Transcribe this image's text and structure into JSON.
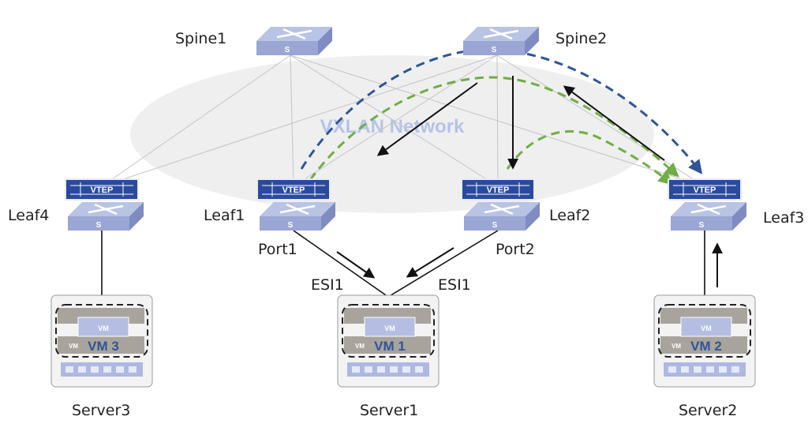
{
  "title": "VXLAN EVPN Multi-homing Topology",
  "network_label": "VXLAN Network",
  "colors": {
    "switch_top": "#b9c3e3",
    "switch_front": "#9aa6d3",
    "switch_side": "#7f8cc2",
    "vtep_fill": "#2a4a9e",
    "cloud": "#ededed",
    "network_text": "#b4c4e6",
    "link_gray": "#c8c8c8",
    "blue_dashed": "#2f5597",
    "green_dashed": "#70ad47",
    "arrow_black": "#111111",
    "vm_text": "#2f5597",
    "server_box": "#f3f3f3"
  },
  "spines": [
    {
      "id": "spine1",
      "label": "Spine1",
      "switch_mark": "S"
    },
    {
      "id": "spine2",
      "label": "Spine2",
      "switch_mark": "S"
    }
  ],
  "leaves": [
    {
      "id": "leaf4",
      "label": "Leaf4",
      "vtep_label": "VTEP",
      "switch_mark": "S"
    },
    {
      "id": "leaf1",
      "label": "Leaf1",
      "vtep_label": "VTEP",
      "switch_mark": "S"
    },
    {
      "id": "leaf2",
      "label": "Leaf2",
      "vtep_label": "VTEP",
      "switch_mark": "S"
    },
    {
      "id": "leaf3",
      "label": "Leaf3",
      "vtep_label": "VTEP",
      "switch_mark": "S"
    }
  ],
  "servers": [
    {
      "id": "server3",
      "label": "Server3",
      "vm_label": "VM 3",
      "vm_small": "VM"
    },
    {
      "id": "server1",
      "label": "Server1",
      "vm_label": "VM 1",
      "vm_small": "VM"
    },
    {
      "id": "server2",
      "label": "Server2",
      "vm_label": "VM 2",
      "vm_small": "VM"
    }
  ],
  "ports": [
    {
      "id": "port1",
      "label": "Port1"
    },
    {
      "id": "port2",
      "label": "Port2"
    }
  ],
  "esi": [
    {
      "id": "esi-left",
      "label": "ESI1"
    },
    {
      "id": "esi-right",
      "label": "ESI1"
    }
  ],
  "links": [
    [
      "spine1",
      "leaf4"
    ],
    [
      "spine1",
      "leaf1"
    ],
    [
      "spine1",
      "leaf2"
    ],
    [
      "spine1",
      "leaf3"
    ],
    [
      "spine2",
      "leaf4"
    ],
    [
      "spine2",
      "leaf1"
    ],
    [
      "spine2",
      "leaf2"
    ],
    [
      "spine2",
      "leaf3"
    ]
  ],
  "access_links": [
    [
      "leaf4",
      "server3"
    ],
    [
      "leaf1",
      "server1"
    ],
    [
      "leaf2",
      "server1"
    ],
    [
      "leaf3",
      "server2"
    ]
  ]
}
